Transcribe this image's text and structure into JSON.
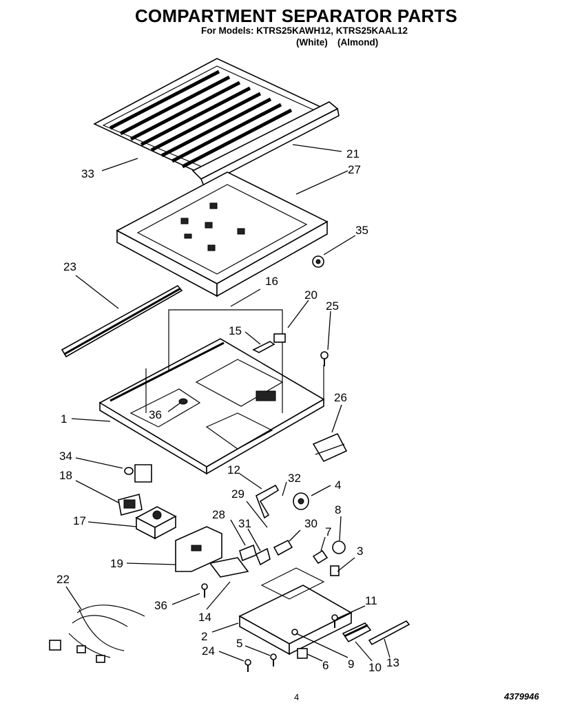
{
  "header": {
    "corner_text": "",
    "title": "COMPARTMENT SEPARATOR PARTS",
    "models_line": "For Models: KTRS25KAWH12, KTRS25KAAL12",
    "variant_white": "(White)",
    "variant_almond": "(Almond)"
  },
  "footer": {
    "page_number": "4",
    "document_number": "4379946"
  },
  "callouts": {
    "c33": "33",
    "c21": "21",
    "c27": "27",
    "c35": "35",
    "c23": "23",
    "c16": "16",
    "c20": "20",
    "c25": "25",
    "c15": "15",
    "c26": "26",
    "c1": "1",
    "c36a": "36",
    "c34": "34",
    "c12": "12",
    "c32": "32",
    "c4": "4",
    "c18": "18",
    "c29": "29",
    "c8": "8",
    "c17": "17",
    "c28": "28",
    "c31": "31",
    "c30": "30",
    "c7": "7",
    "c3": "3",
    "c19": "19",
    "c22": "22",
    "c36b": "36",
    "c14": "14",
    "c11": "11",
    "c2": "2",
    "c5": "5",
    "c24": "24",
    "c6": "6",
    "c9": "9",
    "c10": "10",
    "c13": "13"
  }
}
